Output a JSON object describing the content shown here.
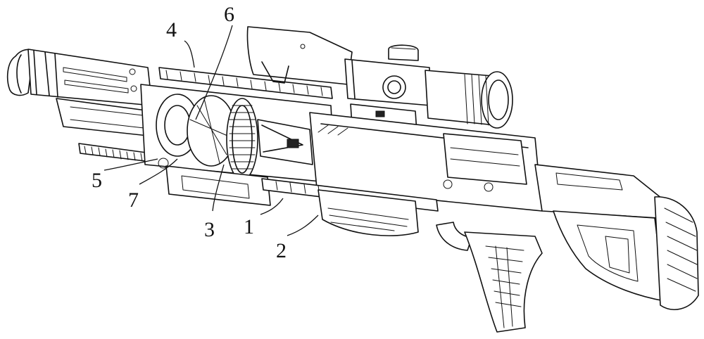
{
  "callouts": [
    {
      "label": "1"
    },
    {
      "label": "2"
    },
    {
      "label": "3"
    },
    {
      "label": "4"
    },
    {
      "label": "5"
    },
    {
      "label": "6"
    },
    {
      "label": "7"
    }
  ],
  "colors": {
    "ink": "#111111",
    "background": "#ffffff"
  }
}
